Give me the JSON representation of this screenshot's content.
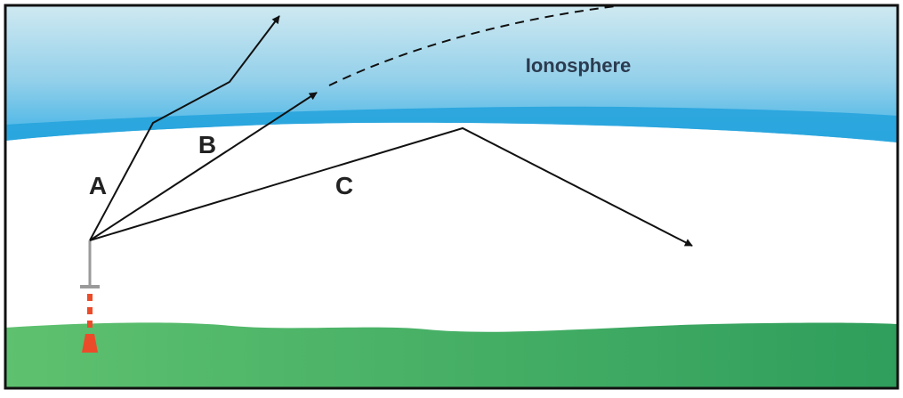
{
  "diagram": {
    "ionosphere_label": "Ionosphere",
    "rays": [
      {
        "id": "A",
        "label": "A"
      },
      {
        "id": "B",
        "label": "B"
      },
      {
        "id": "C",
        "label": "C"
      }
    ],
    "colors": {
      "sky_top": "#cfe9f1",
      "ionosphere_band": "#27a4dd",
      "ionosphere_text": "#2b3b4f",
      "ground": "#3fae61",
      "ray": "#111111",
      "tower_red": "#ec4b2a",
      "tower_mast": "#9a9a9a",
      "frame": "#111111"
    }
  }
}
